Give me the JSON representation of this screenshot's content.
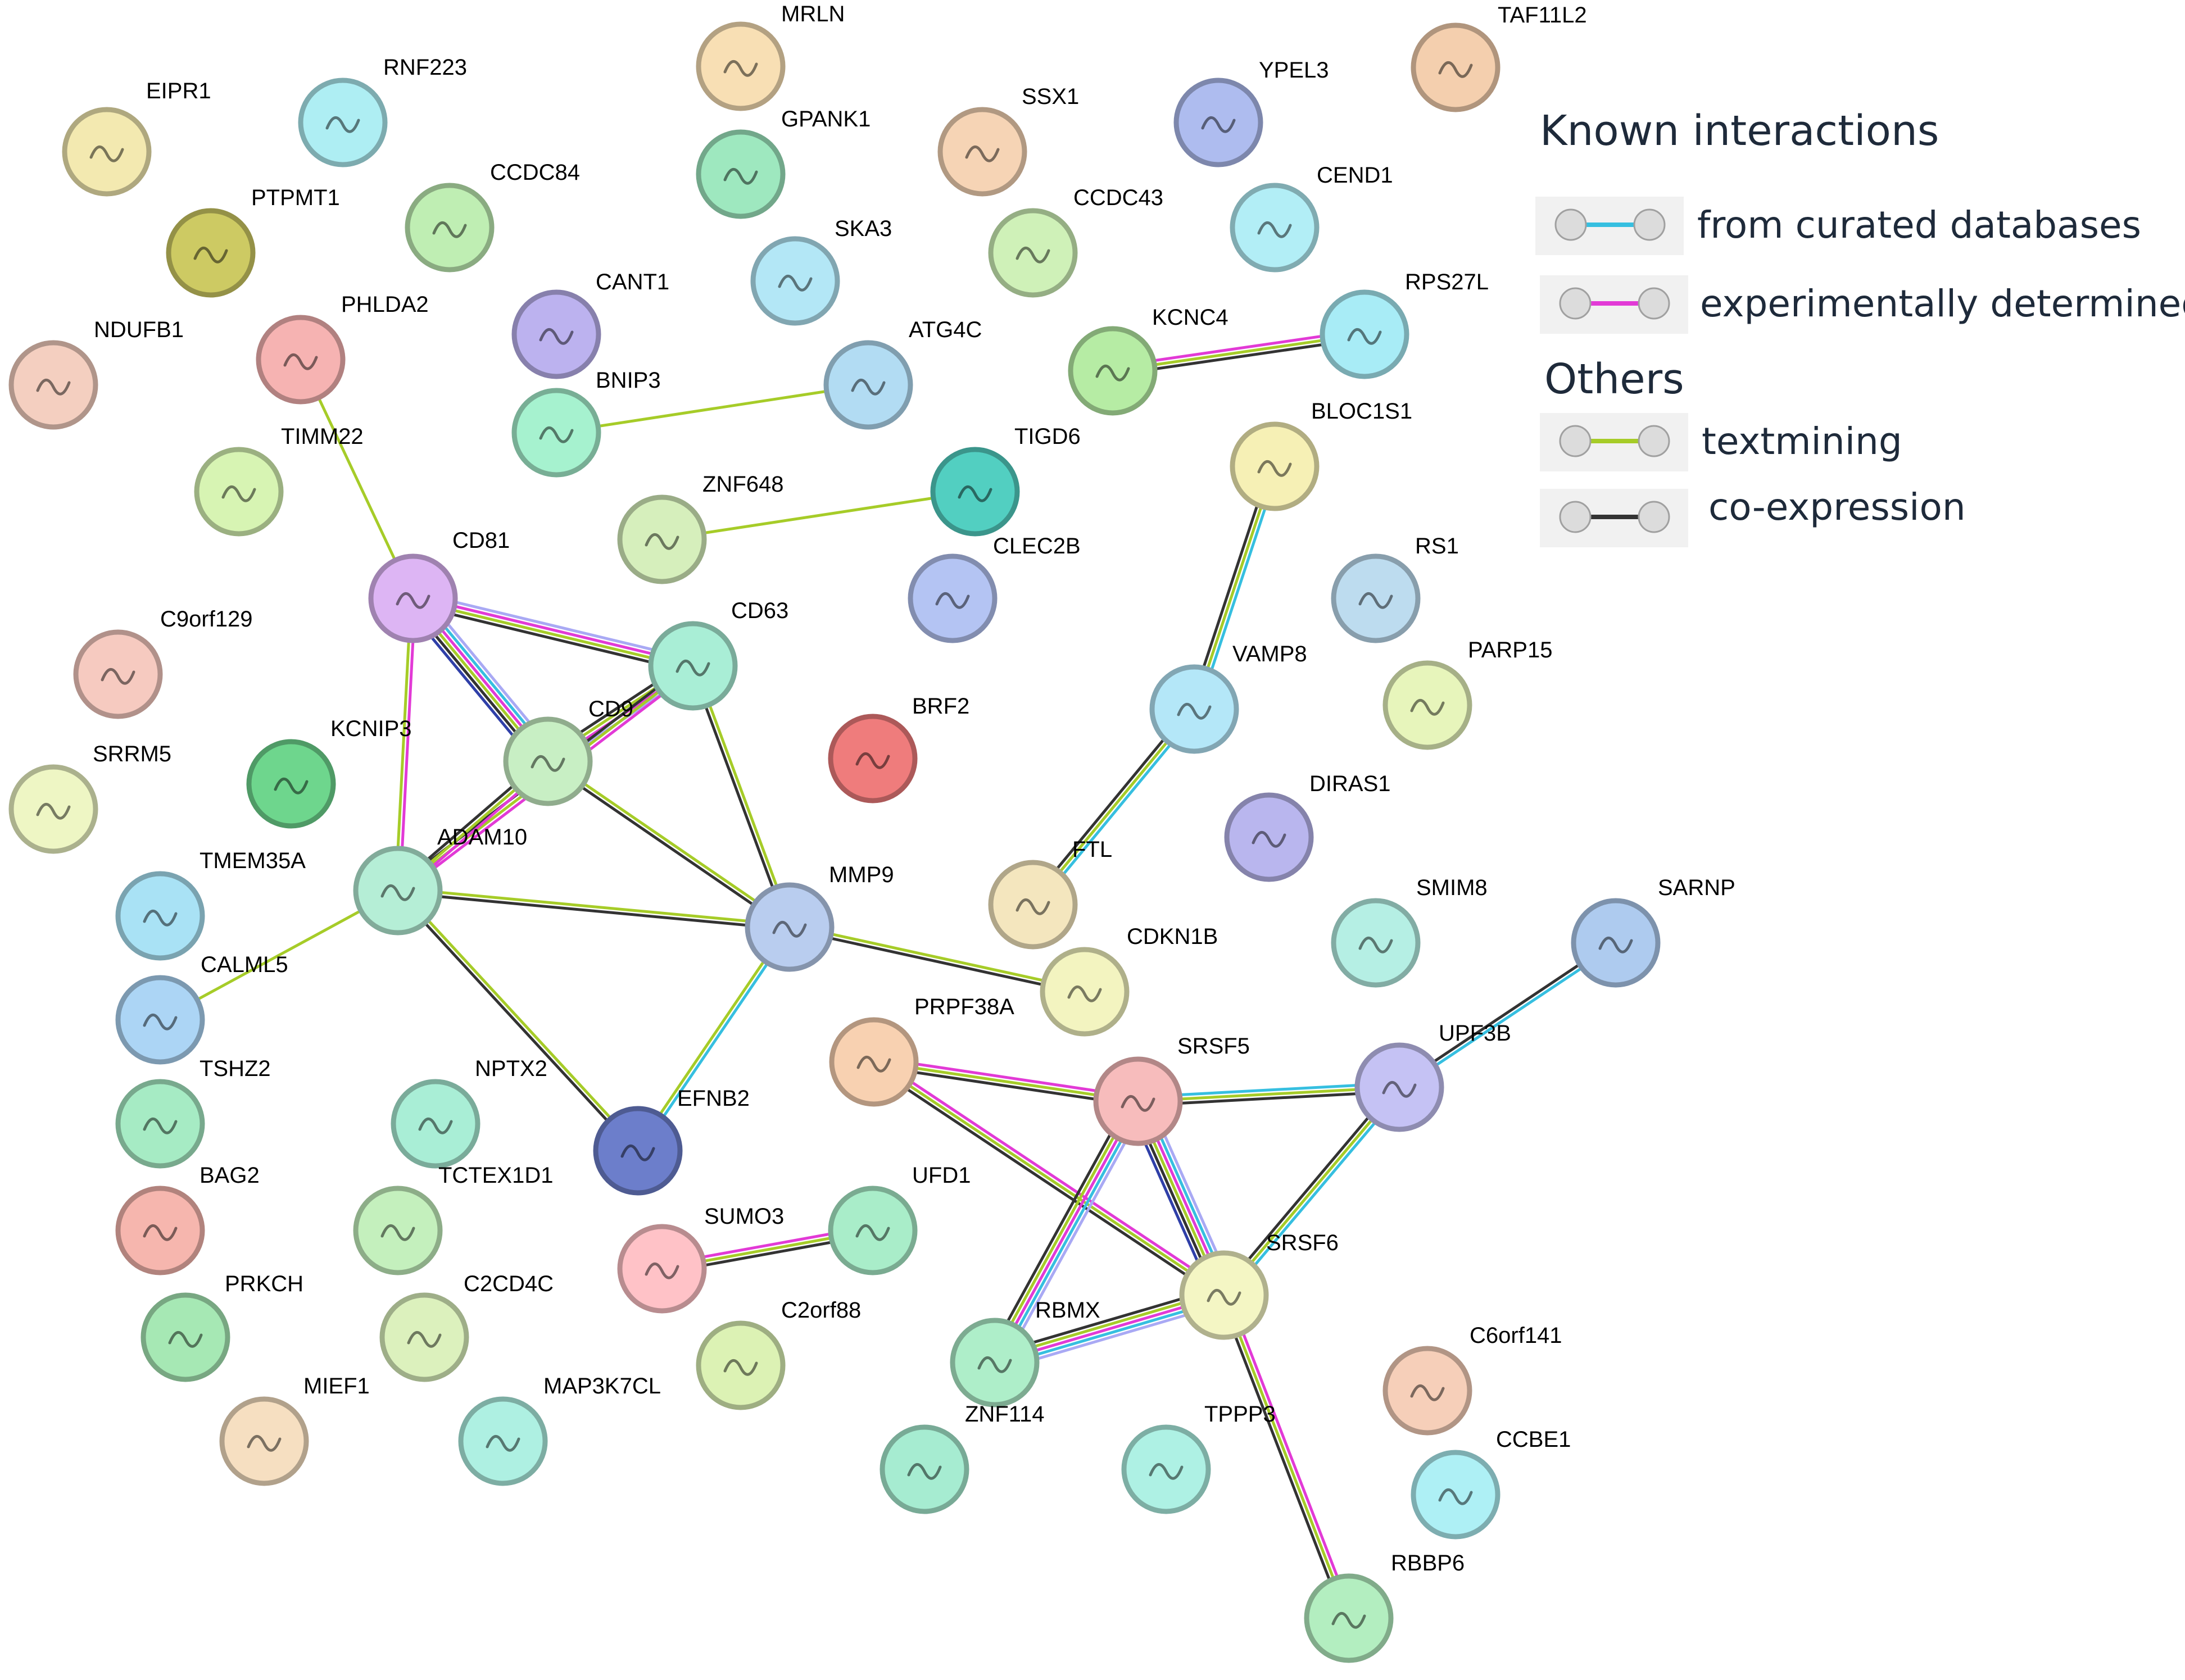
{
  "legend": {
    "known_heading": "Known interactions",
    "others_heading": "Others",
    "items": [
      {
        "label": "from curated databases",
        "color": "#36bfe0"
      },
      {
        "label": "experimentally determined",
        "color": "#e23ad6"
      },
      {
        "label": "textmining",
        "color": "#a6cc28"
      },
      {
        "label": "co-expression",
        "color": "#333333"
      }
    ]
  },
  "edge_colors": {
    "curated": "#36bfe0",
    "experimental": "#e23ad6",
    "textmining": "#a6cc28",
    "coexpression": "#333333",
    "homology": "#a9a9f4",
    "cooccurrence": "#2f3fa8"
  },
  "nodes": [
    {
      "id": "EIPR1",
      "label": "EIPR1",
      "color": "#f3e9b0"
    },
    {
      "id": "RNF223",
      "label": "RNF223",
      "color": "#aeeef3"
    },
    {
      "id": "MRLN",
      "label": "MRLN",
      "color": "#f8dfb4"
    },
    {
      "id": "TAF11L2",
      "label": "TAF11L2",
      "color": "#f4cfae"
    },
    {
      "id": "GPANK1",
      "label": "GPANK1",
      "color": "#9ee8bf"
    },
    {
      "id": "SSX1",
      "label": "SSX1",
      "color": "#f6d4b5"
    },
    {
      "id": "YPEL3",
      "label": "YPEL3",
      "color": "#aebcef"
    },
    {
      "id": "CCDC84",
      "label": "CCDC84",
      "color": "#bfeeb3"
    },
    {
      "id": "PTPMT1",
      "label": "PTPMT1",
      "color": "#cdca63"
    },
    {
      "id": "CEND1",
      "label": "CEND1",
      "color": "#b2eef6"
    },
    {
      "id": "SKA3",
      "label": "SKA3",
      "color": "#b3e7f6"
    },
    {
      "id": "CCDC43",
      "label": "CCDC43",
      "color": "#cff1b8"
    },
    {
      "id": "CANT1",
      "label": "CANT1",
      "color": "#bcb2ef"
    },
    {
      "id": "PHLDA2",
      "label": "PHLDA2",
      "color": "#f6b3b2"
    },
    {
      "id": "NDUFB1",
      "label": "NDUFB1",
      "color": "#f4cfc0"
    },
    {
      "id": "ATG4C",
      "label": "ATG4C",
      "color": "#b2dcf3"
    },
    {
      "id": "KCNC4",
      "label": "KCNC4",
      "color": "#b6eca4"
    },
    {
      "id": "RPS27L",
      "label": "RPS27L",
      "color": "#a8ecf6"
    },
    {
      "id": "BNIP3",
      "label": "BNIP3",
      "color": "#a6f2cf"
    },
    {
      "id": "BLOC1S1",
      "label": "BLOC1S1",
      "color": "#f6f0b5"
    },
    {
      "id": "TIMM22",
      "label": "TIMM22",
      "color": "#d7f4b3"
    },
    {
      "id": "TIGD6",
      "label": "TIGD6",
      "color": "#52cfc1"
    },
    {
      "id": "ZNF648",
      "label": "ZNF648",
      "color": "#d6efbc"
    },
    {
      "id": "CLEC2B",
      "label": "CLEC2B",
      "color": "#b4c4f3"
    },
    {
      "id": "RS1",
      "label": "RS1",
      "color": "#bddcef"
    },
    {
      "id": "CD81",
      "label": "CD81",
      "color": "#ddb5f4"
    },
    {
      "id": "CD63",
      "label": "CD63",
      "color": "#a9eed6"
    },
    {
      "id": "C9orf129",
      "label": "C9orf129",
      "color": "#f6cac0"
    },
    {
      "id": "PARP15",
      "label": "PARP15",
      "color": "#e7f5bb"
    },
    {
      "id": "VAMP8",
      "label": "VAMP8",
      "color": "#b4e7f8"
    },
    {
      "id": "BRF2",
      "label": "BRF2",
      "color": "#ef7c7c"
    },
    {
      "id": "KCNIP3",
      "label": "KCNIP3",
      "color": "#6ed68d"
    },
    {
      "id": "CD9",
      "label": "CD9",
      "color": "#c8efc4"
    },
    {
      "id": "SRRM5",
      "label": "SRRM5",
      "color": "#eef6c4"
    },
    {
      "id": "DIRAS1",
      "label": "DIRAS1",
      "color": "#b9b6ee"
    },
    {
      "id": "ADAM10",
      "label": "ADAM10",
      "color": "#b5eed6"
    },
    {
      "id": "TMEM35A",
      "label": "TMEM35A",
      "color": "#a9e2f5"
    },
    {
      "id": "FTL",
      "label": "FTL",
      "color": "#f4e6be"
    },
    {
      "id": "MMP9",
      "label": "MMP9",
      "color": "#b9cdef"
    },
    {
      "id": "SMIM8",
      "label": "SMIM8",
      "color": "#b5efe4"
    },
    {
      "id": "SARNP",
      "label": "SARNP",
      "color": "#aecbef"
    },
    {
      "id": "CALML5",
      "label": "CALML5",
      "color": "#acd5f5"
    },
    {
      "id": "CDKN1B",
      "label": "CDKN1B",
      "color": "#f3f4c0"
    },
    {
      "id": "PRPF38A",
      "label": "PRPF38A",
      "color": "#f8d1b1"
    },
    {
      "id": "SRSF5",
      "label": "SRSF5",
      "color": "#f7bcbc"
    },
    {
      "id": "UPF3B",
      "label": "UPF3B",
      "color": "#c5c2f4"
    },
    {
      "id": "TSHZ2",
      "label": "TSHZ2",
      "color": "#a6ebc4"
    },
    {
      "id": "NPTX2",
      "label": "NPTX2",
      "color": "#a9eed6"
    },
    {
      "id": "EFNB2",
      "label": "EFNB2",
      "color": "#6c7ecb"
    },
    {
      "id": "BAG2",
      "label": "BAG2",
      "color": "#f6b6ae"
    },
    {
      "id": "TCTEX1D1",
      "label": "TCTEX1D1",
      "color": "#c4f0bd"
    },
    {
      "id": "UFD1",
      "label": "UFD1",
      "color": "#a9edc9"
    },
    {
      "id": "SUMO3",
      "label": "SUMO3",
      "color": "#ffc2c7"
    },
    {
      "id": "SRSF6",
      "label": "SRSF6",
      "color": "#f4f6c4"
    },
    {
      "id": "PRKCH",
      "label": "PRKCH",
      "color": "#a6e8b4"
    },
    {
      "id": "C2CD4C",
      "label": "C2CD4C",
      "color": "#dcf1bd"
    },
    {
      "id": "RBMX",
      "label": "RBMX",
      "color": "#aeeec9"
    },
    {
      "id": "C2orf88",
      "label": "C2orf88",
      "color": "#dcf2b4"
    },
    {
      "id": "C6orf141",
      "label": "C6orf141",
      "color": "#f6cfb9"
    },
    {
      "id": "MIEF1",
      "label": "MIEF1",
      "color": "#f6dfc1"
    },
    {
      "id": "MAP3K7CL",
      "label": "MAP3K7CL",
      "color": "#aef0e2"
    },
    {
      "id": "ZNF114",
      "label": "ZNF114",
      "color": "#a6ecd1"
    },
    {
      "id": "TPPP3",
      "label": "TPPP3",
      "color": "#aef1e4"
    },
    {
      "id": "CCBE1",
      "label": "CCBE1",
      "color": "#aef0f5"
    },
    {
      "id": "RBBP6",
      "label": "RBBP6",
      "color": "#b3eec0"
    }
  ],
  "edges": [
    {
      "source": "PHLDA2",
      "target": "CD81",
      "types": [
        "textmining"
      ]
    },
    {
      "source": "BNIP3",
      "target": "ATG4C",
      "types": [
        "textmining"
      ]
    },
    {
      "source": "ZNF648",
      "target": "TIGD6",
      "types": [
        "textmining"
      ]
    },
    {
      "source": "KCNC4",
      "target": "RPS27L",
      "types": [
        "experimental",
        "textmining",
        "coexpression"
      ]
    },
    {
      "source": "BLOC1S1",
      "target": "VAMP8",
      "types": [
        "curated",
        "textmining",
        "coexpression"
      ]
    },
    {
      "source": "VAMP8",
      "target": "FTL",
      "types": [
        "curated",
        "textmining",
        "coexpression"
      ]
    },
    {
      "source": "CD81",
      "target": "CD63",
      "types": [
        "homology",
        "experimental",
        "textmining",
        "coexpression"
      ]
    },
    {
      "source": "CD81",
      "target": "CD9",
      "types": [
        "homology",
        "curated",
        "experimental",
        "textmining",
        "coexpression",
        "cooccurrence"
      ]
    },
    {
      "source": "CD81",
      "target": "ADAM10",
      "types": [
        "experimental",
        "textmining"
      ]
    },
    {
      "source": "CD63",
      "target": "CD9",
      "types": [
        "homology",
        "experimental",
        "textmining",
        "coexpression"
      ]
    },
    {
      "source": "CD63",
      "target": "ADAM10",
      "types": [
        "experimental",
        "textmining",
        "coexpression"
      ]
    },
    {
      "source": "CD63",
      "target": "MMP9",
      "types": [
        "textmining",
        "coexpression"
      ]
    },
    {
      "source": "CD9",
      "target": "ADAM10",
      "types": [
        "experimental",
        "textmining",
        "coexpression"
      ]
    },
    {
      "source": "CD9",
      "target": "MMP9",
      "types": [
        "textmining",
        "coexpression"
      ]
    },
    {
      "source": "ADAM10",
      "target": "MMP9",
      "types": [
        "textmining",
        "coexpression"
      ]
    },
    {
      "source": "ADAM10",
      "target": "CALML5",
      "types": [
        "textmining"
      ]
    },
    {
      "source": "ADAM10",
      "target": "EFNB2",
      "types": [
        "textmining",
        "coexpression"
      ]
    },
    {
      "source": "MMP9",
      "target": "EFNB2",
      "types": [
        "curated",
        "textmining"
      ]
    },
    {
      "source": "MMP9",
      "target": "CDKN1B",
      "types": [
        "textmining",
        "coexpression"
      ]
    },
    {
      "source": "SARNP",
      "target": "UPF3B",
      "types": [
        "curated",
        "coexpression"
      ]
    },
    {
      "source": "PRPF38A",
      "target": "SRSF5",
      "types": [
        "experimental",
        "textmining",
        "coexpression"
      ]
    },
    {
      "source": "PRPF38A",
      "target": "SRSF6",
      "types": [
        "experimental",
        "textmining",
        "coexpression"
      ]
    },
    {
      "source": "SRSF5",
      "target": "UPF3B",
      "types": [
        "curated",
        "textmining",
        "coexpression"
      ]
    },
    {
      "source": "SRSF5",
      "target": "SRSF6",
      "types": [
        "homology",
        "curated",
        "experimental",
        "textmining",
        "coexpression",
        "cooccurrence"
      ]
    },
    {
      "source": "SRSF5",
      "target": "RBMX",
      "types": [
        "homology",
        "curated",
        "experimental",
        "textmining",
        "coexpression"
      ]
    },
    {
      "source": "UPF3B",
      "target": "SRSF6",
      "types": [
        "curated",
        "textmining",
        "coexpression"
      ]
    },
    {
      "source": "SRSF6",
      "target": "RBMX",
      "types": [
        "homology",
        "curated",
        "experimental",
        "textmining",
        "coexpression"
      ]
    },
    {
      "source": "SRSF6",
      "target": "RBBP6",
      "types": [
        "experimental",
        "textmining",
        "coexpression"
      ]
    },
    {
      "source": "SUMO3",
      "target": "UFD1",
      "types": [
        "experimental",
        "textmining",
        "coexpression"
      ]
    }
  ]
}
